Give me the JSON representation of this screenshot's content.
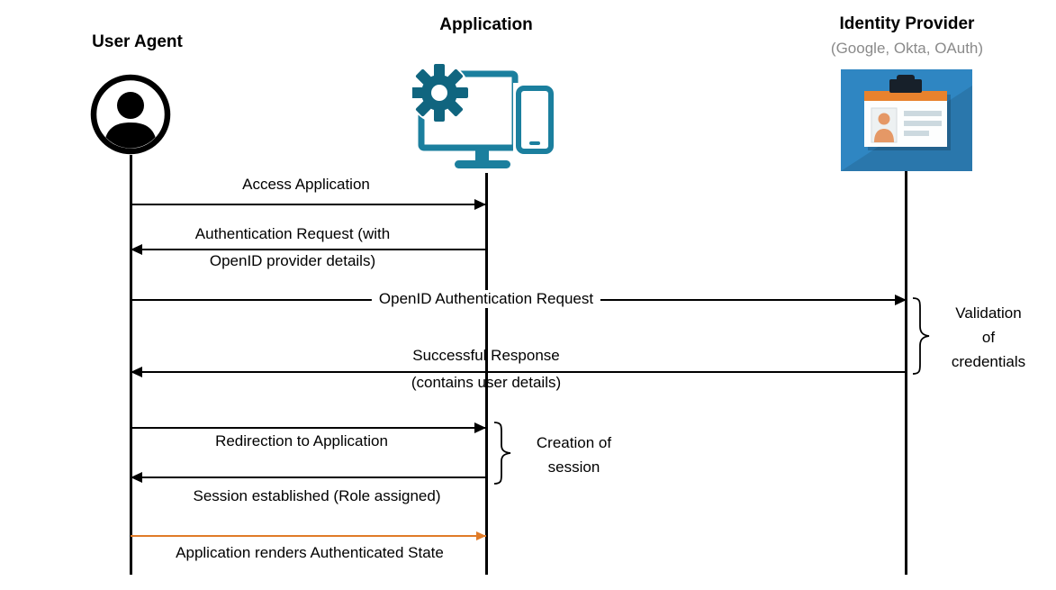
{
  "actors": [
    {
      "name": "User Agent",
      "icon": "user-icon"
    },
    {
      "name": "Application",
      "icon": "application-icon"
    },
    {
      "name": "Identity Provider",
      "subtitle": "(Google, Okta, OAuth)",
      "icon": "id-card-icon"
    }
  ],
  "messages": [
    {
      "from": "User Agent",
      "to": "Application",
      "label": "Access Application"
    },
    {
      "from": "Application",
      "to": "User Agent",
      "line1": "Authentication Request (with",
      "line2": "OpenID provider details)"
    },
    {
      "from": "User Agent",
      "to": "Identity Provider",
      "label": "OpenID Authentication Request"
    },
    {
      "from": "Identity Provider",
      "to": "User Agent",
      "line1": "Successful Response",
      "line2": "(contains user details)"
    },
    {
      "from": "User Agent",
      "to": "Application",
      "label": "Redirection to Application"
    },
    {
      "from": "Application",
      "to": "User Agent",
      "label": "Session established (Role assigned)"
    },
    {
      "from": "User Agent",
      "to": "Application",
      "label": "Application renders Authenticated State",
      "color": "#E07B28"
    }
  ],
  "annotations": [
    {
      "attached_to": "Identity Provider",
      "label": "Validation\nof\ncredentials"
    },
    {
      "attached_to": "Application",
      "label": "Creation of\nsession"
    }
  ],
  "colors": {
    "arrow_default": "#000000",
    "arrow_highlight": "#E07B28",
    "app_icon_teal": "#1B7F9E",
    "idp_icon_blue": "#2F86C2",
    "idp_stripe_orange": "#E8822D",
    "subtitle_gray": "#8A8A8A"
  }
}
